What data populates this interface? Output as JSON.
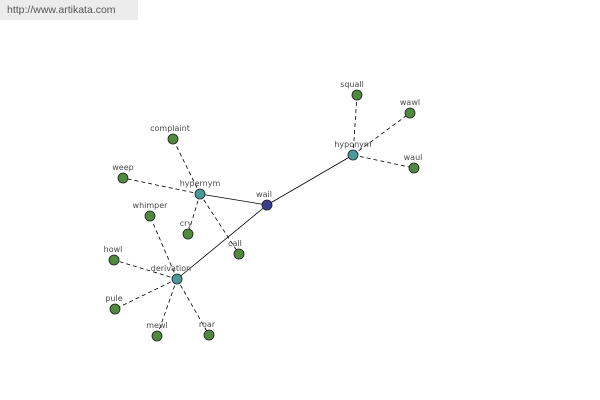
{
  "source_url": "http://www.artikata.com",
  "colors": {
    "root": "#3a3f8c",
    "hub": "#4a9a9c",
    "leaf": "#4f8a3f",
    "node_stroke": "#1e1e1e",
    "edge": "#000000",
    "label": "#4a4a4a"
  },
  "graph": {
    "nodes": [
      {
        "id": "wail",
        "label": "wail",
        "kind": "root"
      },
      {
        "id": "hypernym",
        "label": "hypernym",
        "kind": "hub"
      },
      {
        "id": "hyponym",
        "label": "hyponym",
        "kind": "hub"
      },
      {
        "id": "derivation",
        "label": "derivation",
        "kind": "hub"
      },
      {
        "id": "complaint",
        "label": "complaint",
        "kind": "leaf"
      },
      {
        "id": "weep",
        "label": "weep",
        "kind": "leaf"
      },
      {
        "id": "cry",
        "label": "cry",
        "kind": "leaf"
      },
      {
        "id": "call",
        "label": "call",
        "kind": "leaf"
      },
      {
        "id": "squall",
        "label": "squall",
        "kind": "leaf"
      },
      {
        "id": "wawl",
        "label": "wawl",
        "kind": "leaf"
      },
      {
        "id": "waul",
        "label": "waul",
        "kind": "leaf"
      },
      {
        "id": "whimper",
        "label": "whimper",
        "kind": "leaf"
      },
      {
        "id": "howl",
        "label": "howl",
        "kind": "leaf"
      },
      {
        "id": "pule",
        "label": "pule",
        "kind": "leaf"
      },
      {
        "id": "mewl",
        "label": "mewl",
        "kind": "leaf"
      },
      {
        "id": "roar",
        "label": "roar",
        "kind": "leaf"
      }
    ],
    "edges": [
      {
        "from": "wail",
        "to": "hypernym",
        "style": "solid"
      },
      {
        "from": "wail",
        "to": "hyponym",
        "style": "solid"
      },
      {
        "from": "wail",
        "to": "derivation",
        "style": "solid"
      },
      {
        "from": "hypernym",
        "to": "complaint",
        "style": "dashed"
      },
      {
        "from": "hypernym",
        "to": "weep",
        "style": "dashed"
      },
      {
        "from": "hypernym",
        "to": "cry",
        "style": "dashed"
      },
      {
        "from": "hypernym",
        "to": "call",
        "style": "dashed"
      },
      {
        "from": "hyponym",
        "to": "squall",
        "style": "dashed"
      },
      {
        "from": "hyponym",
        "to": "wawl",
        "style": "dashed"
      },
      {
        "from": "hyponym",
        "to": "waul",
        "style": "dashed"
      },
      {
        "from": "derivation",
        "to": "whimper",
        "style": "dashed"
      },
      {
        "from": "derivation",
        "to": "howl",
        "style": "dashed"
      },
      {
        "from": "derivation",
        "to": "pule",
        "style": "dashed"
      },
      {
        "from": "derivation",
        "to": "mewl",
        "style": "dashed"
      },
      {
        "from": "derivation",
        "to": "roar",
        "style": "dashed"
      }
    ]
  }
}
